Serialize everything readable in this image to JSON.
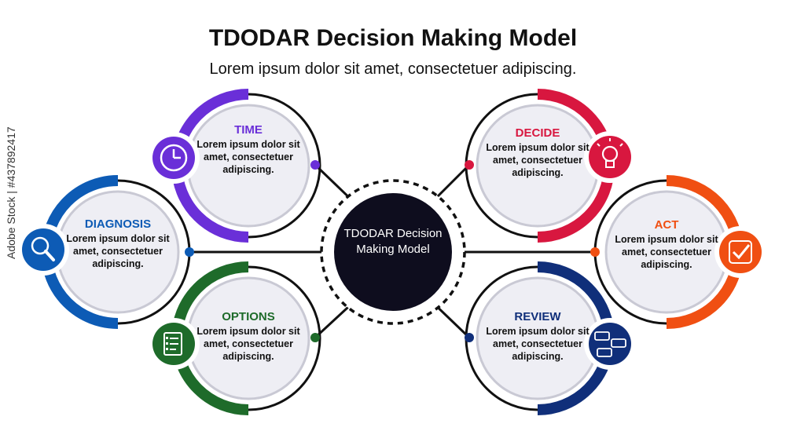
{
  "title": "TDODAR Decision Making Model",
  "subtitle": "Lorem ipsum dolor sit amet, consectetuer adipiscing.",
  "center": {
    "text": "TDODAR Decision Making Model"
  },
  "nodes": [
    {
      "id": "time",
      "label": "TIME",
      "body": "Lorem ipsum dolor sit amet, consectetuer adipiscing.",
      "color": "#6a2fd8",
      "icon": "clock-icon"
    },
    {
      "id": "diagnosis",
      "label": "DIAGNOSIS",
      "body": "Lorem ipsum dolor sit amet, consectetuer adipiscing.",
      "color": "#0d5bb5",
      "icon": "magnifier-icon"
    },
    {
      "id": "options",
      "label": "OPTIONS",
      "body": "Lorem ipsum dolor sit amet, consectetuer adipiscing.",
      "color": "#1e6b2a",
      "icon": "checklist-icon"
    },
    {
      "id": "decide",
      "label": "DECIDE",
      "body": "Lorem ipsum dolor sit amet, consectetuer adipiscing.",
      "color": "#d8173f",
      "icon": "lightbulb-icon"
    },
    {
      "id": "act",
      "label": "ACT",
      "body": "Lorem ipsum dolor sit amet, consectetuer adipiscing.",
      "color": "#f04f12",
      "icon": "checkmark-icon"
    },
    {
      "id": "review",
      "label": "REVIEW",
      "body": "Lorem ipsum dolor sit amet, consectetuer adipiscing.",
      "color": "#102f7a",
      "icon": "chat-bubbles-icon"
    }
  ],
  "watermark": "Adobe Stock | #437892417"
}
